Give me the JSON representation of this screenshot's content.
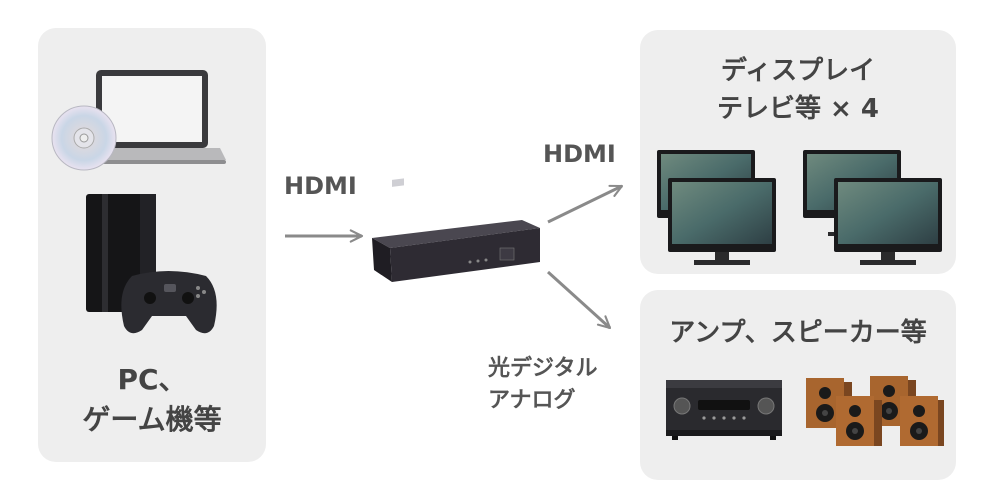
{
  "source": {
    "title_line1": "PC、",
    "title_line2": "ゲーム機等"
  },
  "display": {
    "title_line1": "ディスプレイ",
    "title_line2": "テレビ等 × 4"
  },
  "audio": {
    "title": "アンプ、スピーカー等"
  },
  "connections": {
    "input_label": "HDMI",
    "output_label": "HDMI",
    "audio_label_line1": "光デジタル",
    "audio_label_line2": "アナログ"
  },
  "colors": {
    "panel": "#eeeeee",
    "text": "#444444",
    "arrow": "#8a8a8a",
    "device": "#2a2830",
    "speaker_wood": "#a8652e"
  }
}
